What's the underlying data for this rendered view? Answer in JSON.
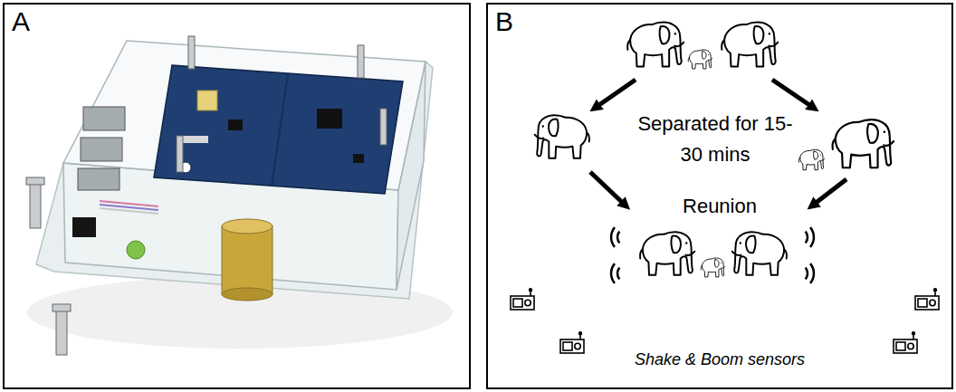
{
  "diagram": {
    "nodes": [
      {
        "text": [
          "A"
        ]
      },
      {
        "text": [
          "B"
        ]
      }
    ],
    "labels": [
      "Separated for 15-30 mins",
      "Reunion",
      "Shake & Boom sensors"
    ]
  }
}
